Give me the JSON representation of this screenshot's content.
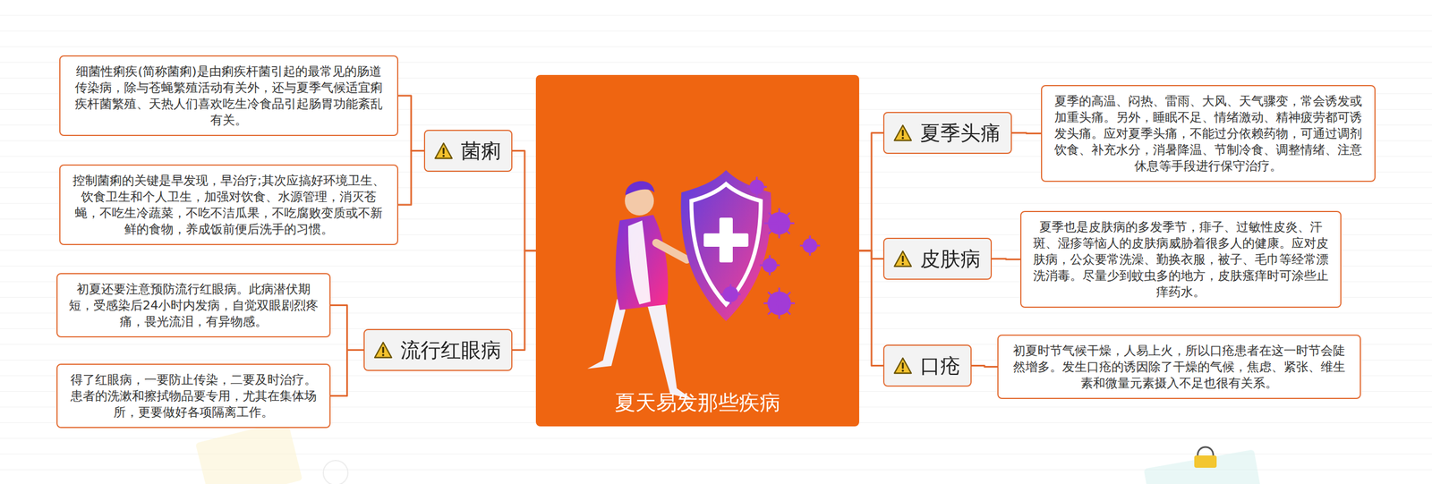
{
  "diagram": {
    "nodes": [
      {
        "text": [
          "夏天易发那些疾病"
        ]
      },
      {
        "text": [
          "菌痢"
        ]
      },
      {
        "text": [
          "细菌性痢疾(简称菌痢)是由痢疾杆菌引起的最常见的肠道传染病，除与苍蝇繁殖活动有关外，还与夏季气候适宜痢疾杆菌繁殖、天热人们喜欢吃生冷食品引起肠胃功能紊乱有关。"
        ]
      },
      {
        "text": [
          "控制菌痢的关键是早发现，早治疗;其次应搞好环境卫生、饮食卫生和个人卫生，加强对饮食、水源管理，消灭苍蝇，不吃生冷蔬菜，不吃不洁瓜果，不吃腐败变质或不新鲜的食物，养成饭前便后洗手的习惯。"
        ]
      },
      {
        "text": [
          "流行红眼病"
        ]
      },
      {
        "text": [
          "初夏还要注意预防流行红眼病。此病潜伏期短，受感染后24小时内发病，自觉双眼剧烈疼痛，畏光流泪，有异物感。"
        ]
      },
      {
        "text": [
          "得了红眼病，一要防止传染，二要及时治疗。患者的洗漱和擦拭物品要专用，尤其在集体场所，更要做好各项隔离工作。"
        ]
      },
      {
        "text": [
          "夏季头痛"
        ]
      },
      {
        "text": [
          "夏季的高温、闷热、雷雨、大风、天气骤变，常会诱发或加重头痛。另外，睡眠不足、情绪激动、精神疲劳都可诱发头痛。应对夏季头痛，不能过分依赖药物，可通过调剂饮食、补充水分，消暑降温、节制冷食、调整情绪、注意休息等手段进行保守治疗。"
        ]
      },
      {
        "text": [
          "皮肤病"
        ]
      },
      {
        "text": [
          "夏季也是皮肤病的多发季节，痱子、过敏性皮炎、汗斑、湿疹等恼人的皮肤病威胁着很多人的健康。应对皮肤病，公众要常洗澡、勤换衣服，被子、毛巾等经常漂洗消毒。尽量少到蚊虫多的地方，皮肤瘙痒时可涂些止痒药水。"
        ]
      },
      {
        "text": [
          "口疮"
        ]
      },
      {
        "text": [
          "初夏时节气候干燥，人易上火，所以口疮患者在这一时节会陡然增多。发生口疮的诱因除了干燥的气候，焦虑、紧张、维生素和微量元素摄入不足也很有关系。"
        ]
      }
    ],
    "edges": [
      {
        "from": 0,
        "to": 1,
        "arrow": "none"
      },
      {
        "from": 1,
        "to": 2,
        "arrow": "none"
      },
      {
        "from": 1,
        "to": 3,
        "arrow": "none"
      },
      {
        "from": 0,
        "to": 4,
        "arrow": "none"
      },
      {
        "from": 4,
        "to": 5,
        "arrow": "none"
      },
      {
        "from": 4,
        "to": 6,
        "arrow": "none"
      },
      {
        "from": 0,
        "to": 7,
        "arrow": "none"
      },
      {
        "from": 7,
        "to": 8,
        "arrow": "none"
      },
      {
        "from": 0,
        "to": 9,
        "arrow": "none"
      },
      {
        "from": 9,
        "to": 10,
        "arrow": "none"
      },
      {
        "from": 0,
        "to": 11,
        "arrow": "none"
      },
      {
        "from": 11,
        "to": 12,
        "arrow": "none"
      }
    ]
  }
}
